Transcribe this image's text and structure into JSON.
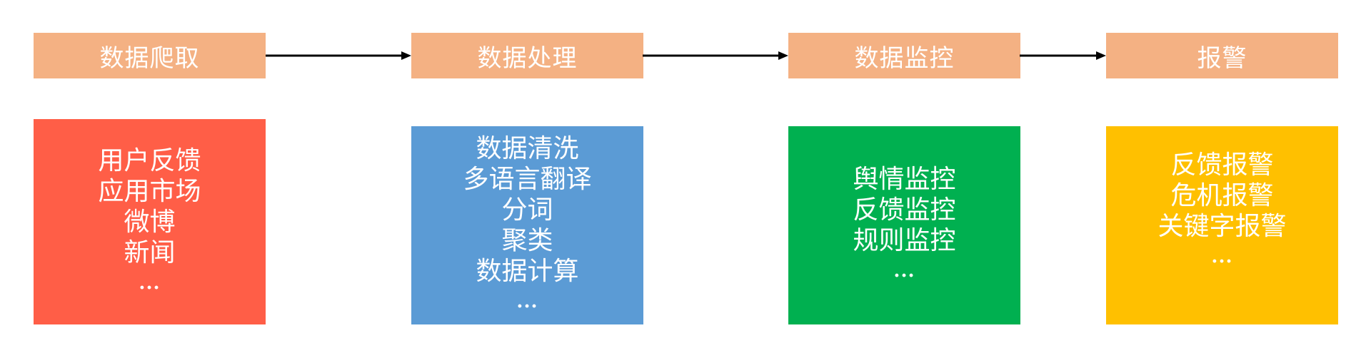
{
  "colors": {
    "header": "#F4B183",
    "text": "#FFFFFF",
    "arrow": "#000000"
  },
  "stages": [
    {
      "title": "数据爬取",
      "color": "#FF5E47",
      "items": [
        "用户反馈",
        "应用市场",
        "微博",
        "新闻",
        "..."
      ]
    },
    {
      "title": "数据处理",
      "color": "#5B9BD5",
      "items": [
        "数据清洗",
        "多语言翻译",
        "分词",
        "聚类",
        "数据计算",
        "..."
      ]
    },
    {
      "title": "数据监控",
      "color": "#00B050",
      "items": [
        "舆情监控",
        "反馈监控",
        "规则监控",
        "..."
      ]
    },
    {
      "title": "报警",
      "color": "#FFC000",
      "items": [
        "反馈报警",
        "危机报警",
        "关键字报警",
        "..."
      ]
    }
  ]
}
